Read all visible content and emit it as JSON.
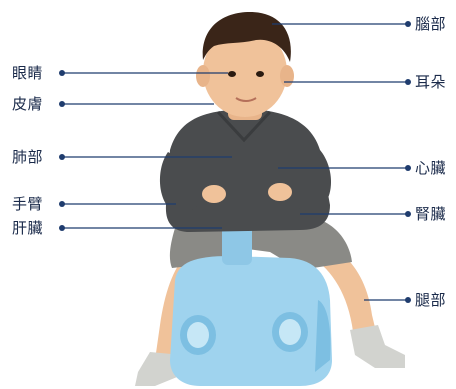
{
  "labels": {
    "brain": "腦部",
    "eyes": "眼睛",
    "ears": "耳朵",
    "skin": "皮膚",
    "lungs": "肺部",
    "heart": "心臟",
    "arms": "手臂",
    "kidneys": "腎臟",
    "liver": "肝臟",
    "legs": "腿部"
  },
  "colors": {
    "line": "#1f3c6e",
    "toy_car": "#9fd3ee",
    "shirt": "#4a4c4e",
    "shorts": "#8a8a86",
    "skin": "#f0c29a",
    "hair": "#3a2518",
    "socks": "#d2d3cf"
  }
}
